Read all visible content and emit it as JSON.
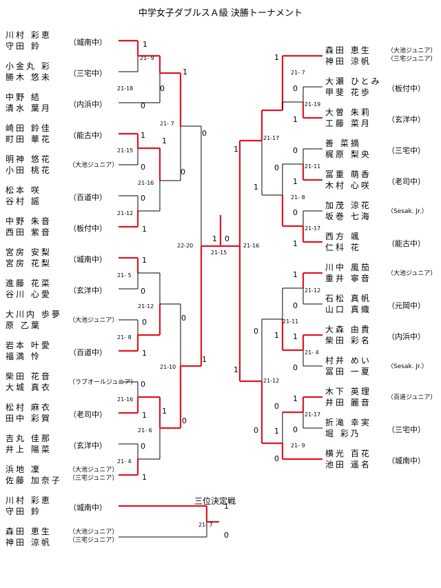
{
  "title": "中学女子ダブルスＡ級 決勝トーナメント",
  "third_place_title": "三位決定戦",
  "left_teams": [
    {
      "p1": "川村 彩恵",
      "p2": "守田 鈴",
      "school": "（城南中）"
    },
    {
      "p1": "小金丸 彩",
      "p2": "勝木 悠未",
      "school": "（三宅中）"
    },
    {
      "p1": "中野 結",
      "p2": "清水 葉月",
      "school": "（内浜中）"
    },
    {
      "p1": "崎田 鈴佳",
      "p2": "町田 華花",
      "school": "（能古中）"
    },
    {
      "p1": "明神 悠花",
      "p2": "小田 桃花",
      "school": "（大池ジュニア）"
    },
    {
      "p1": "松本 咲",
      "p2": "谷村 謡",
      "school": "（百道中）"
    },
    {
      "p1": "中野 朱音",
      "p2": "西田 紫音",
      "school": "（板付中）"
    },
    {
      "p1": "宮房 安梨",
      "p2": "宮房 花梨",
      "school": "（城南中）"
    },
    {
      "p1": "進藤 花菜",
      "p2": "谷川 心愛",
      "school": "（玄洋中）"
    },
    {
      "p1": "大川内 歩夢",
      "p2": "原 乙葉",
      "school": "（大池ジュニア）"
    },
    {
      "p1": "岩本 叶愛",
      "p2": "福満 怜",
      "school": "（百道中）"
    },
    {
      "p1": "柴田 花音",
      "p2": "大城 真衣",
      "school": "（ラブオールジュニア）"
    },
    {
      "p1": "松村 麻衣",
      "p2": "田中 彩賀",
      "school": "（老司中）"
    },
    {
      "p1": "吉丸 佳那",
      "p2": "井上 陽菜",
      "school": "（玄洋中）"
    },
    {
      "p1": "浜地 凜",
      "p2": "佐藤 加奈子",
      "school": "（大池ジュニア）",
      "school2": "（三宅ジュニア）"
    }
  ],
  "right_teams": [
    {
      "p1": "森田 恵生",
      "p2": "神田 涼帆",
      "school": "（大池ジュニア）",
      "school2": "（三宅ジュニア）"
    },
    {
      "p1": "大瀬 ひとみ",
      "p2": "甲斐 花歩",
      "school": "（板付中）"
    },
    {
      "p1": "大曽 朱莉",
      "p2": "工藤 菜月",
      "school": "（玄洋中）"
    },
    {
      "p1": "善 菜摘",
      "p2": "梶原 梨央",
      "school": "（三宅中）"
    },
    {
      "p1": "冨重 萌香",
      "p2": "木村 心咲",
      "school": "（老司中）"
    },
    {
      "p1": "加茂 涼花",
      "p2": "坂巻 七海",
      "school": "（Sesak. Jr.）"
    },
    {
      "p1": "西方 颯",
      "p2": "仁科 花",
      "school": "（能古中）"
    },
    {
      "p1": "川中 風茄",
      "p2": "重井 寧音",
      "school": "（大池ジュニア）"
    },
    {
      "p1": "石松 真帆",
      "p2": "山口 真織",
      "school": "（元岡中）"
    },
    {
      "p1": "大森 由貴",
      "p2": "柴田 彩名",
      "school": "（内浜中）"
    },
    {
      "p1": "村井 めい",
      "p2": "冨田 一夏",
      "school": "（Sesak. Jr.）"
    },
    {
      "p1": "木下 英理",
      "p2": "井田 麗音",
      "school": "（百道ジュニア）"
    },
    {
      "p1": "折滝 幸実",
      "p2": "堀 彩乃",
      "school": "（三宅中）"
    },
    {
      "p1": "横光 百花",
      "p2": "池田 遥名",
      "school": "（城南中）"
    }
  ],
  "third_place": [
    {
      "p1": "川村 彩恵",
      "p2": "守田 鈴",
      "school": "（城南中）"
    },
    {
      "p1": "森田 恵生",
      "p2": "神田 涼帆",
      "school": "（大池ジュニア）",
      "school2": "（三宅ジュニア）"
    }
  ],
  "left_scores": {
    "s_r1_a_top": "1",
    "s_r1_a_bot": "0",
    "m_r1_a": "21- 9",
    "s_r1_b_top": "0",
    "s_r1_b_bot": "",
    "m_r1_b": "21-18",
    "s_r2_a_top": "1",
    "s_r2_a_bot": "0",
    "s_r1_c_top": "1",
    "s_r1_c_bot": "0",
    "m_r1_c": "21-15",
    "s_r1_d_top": "0",
    "s_r1_d_bot": "1",
    "m_r1_d": "21-12",
    "s_r2_b_top": "1",
    "s_r2_b_bot": "0",
    "m_r2_b": "21-16",
    "m_r2_a": "21- 7",
    "s_r3_a_top": "0",
    "s_r3_a_bot": "",
    "s_r1_e_top": "1",
    "s_r1_e_bot": "0",
    "m_r1_e": "21- 5",
    "s_r1_f_top": "0",
    "s_r1_f_bot": "1",
    "m_r1_f": "21- 8",
    "s_r2_c_top": "0",
    "s_r2_c_bot": "1",
    "m_r2_c": "21-12",
    "s_r1_g_top": "0",
    "s_r1_g_bot": "1",
    "m_r1_g": "21-16",
    "s_r1_h_top": "1",
    "s_r1_h_bot": "0",
    "m_r1_h": "21- 6",
    "s_r1_i_top": "0",
    "s_r1_i_bot": "1",
    "m_r1_i": "21- 4",
    "s_r2_d_top": "0",
    "s_r2_d_bot": "1",
    "m_r3_b": "21-10",
    "s_r3_b_bot": "1",
    "s_r4_top": "0",
    "s_r4_bot": "1",
    "m_semi": "22-20",
    "m_final": "21-15",
    "s_final_left": "1",
    "s_final_right": "0"
  },
  "right_scores": {
    "s_a_top": "1",
    "s_a_bot": "",
    "m_a": "21- 7",
    "s_b_top": "0",
    "s_b_bot": "1",
    "m_b": "21-19",
    "s_r2_top": "1",
    "s_r2_bot": "0",
    "m_r2": "21-17",
    "s_c_top": "0",
    "s_c_bot": "1",
    "m_c": "21-11",
    "s_d_top": "0",
    "s_d_bot": "1",
    "m_d": "21-17",
    "s_r2b_top": "0",
    "s_r2b_bot": "1",
    "m_r2b": "21- 8",
    "s_r3_top": "0",
    "s_r3_bot": "1",
    "m_r3": "21-16",
    "s_e_top": "1",
    "s_e_bot": "0",
    "m_e": "21-12",
    "s_f_top": "1",
    "s_f_bot": "0",
    "m_f": "21- 4",
    "s_r2c_top": "0",
    "s_r2c_bot": "1",
    "m_r2c": "21-11",
    "s_g_top": "1",
    "s_g_bot": "0",
    "m_g": "21-17",
    "s_h_top": "1",
    "s_h_bot": "0",
    "m_h": "21- 9",
    "s_r2d_top": "0",
    "s_r2d_bot": "1",
    "m_r2d": "21-12",
    "s_r3b_top": "1",
    "s_r3b_bot": "0"
  },
  "third_scores": {
    "top": "1",
    "bot": "0",
    "match": "21- 7"
  },
  "colors": {
    "win_line": "#e0141e",
    "line": "#000000"
  }
}
